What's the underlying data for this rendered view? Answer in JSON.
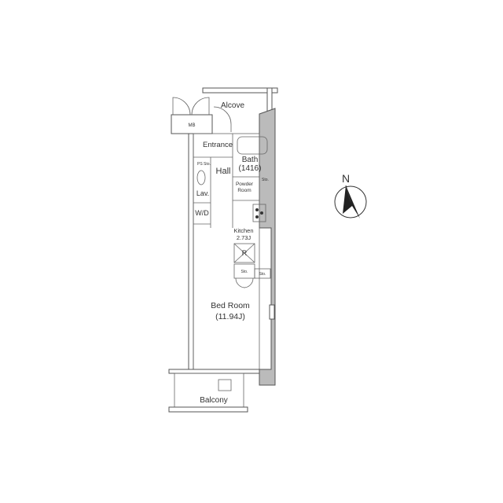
{
  "plan": {
    "rooms": {
      "alcove": "Alcove",
      "mb": "MB",
      "entrance": "Entrance",
      "ps": "PS",
      "sto_hall": "Sto.",
      "hall": "Hall",
      "bath": "Bath",
      "bath_size": "(1416)",
      "powder": "Powder",
      "powder2": "Room",
      "sto_powder": "Sto.",
      "lav": "Lav.",
      "wd": "W/D",
      "kitchen": "Kitchen",
      "kitchen_size": "2.73J",
      "fridge": "R",
      "sto_left": "Sto.",
      "sto_right": "Sto.",
      "bedroom": "Bed Room",
      "bedroom_size": "(11.94J)",
      "balcony": "Balcony"
    },
    "compass": {
      "label": "N",
      "icon": "north-arrow-icon"
    },
    "colors": {
      "wall": "#555555",
      "solid_wall": "#bbbbbb"
    }
  }
}
